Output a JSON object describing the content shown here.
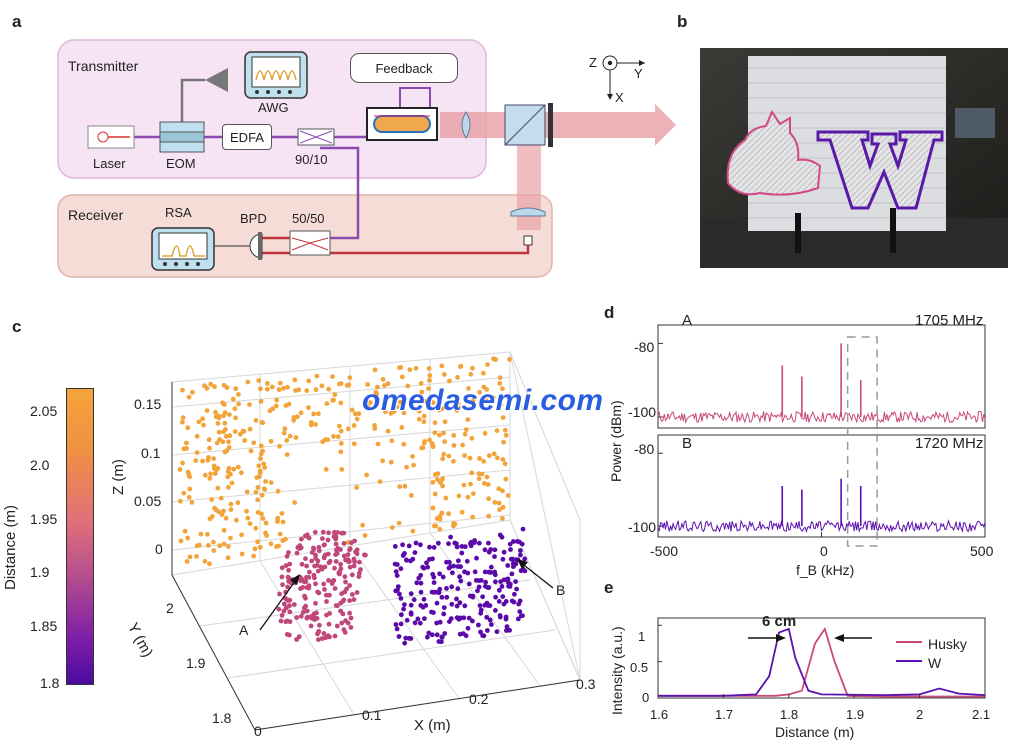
{
  "panels": {
    "a": "a",
    "b": "b",
    "c": "c",
    "d": "d",
    "e": "e"
  },
  "panel_a": {
    "transmitter": "Transmitter",
    "receiver": "Receiver",
    "laser": "Laser",
    "eom": "EOM",
    "edfa": "EDFA",
    "splitter": "90/10",
    "awg": "AWG",
    "feedback": "Feedback",
    "rsa": "RSA",
    "bpd": "BPD",
    "coupler": "50/50",
    "axis_z": "Z",
    "axis_y": "Y",
    "axis_x": "X"
  },
  "colorbar": {
    "label": "Distance (m)",
    "ticks": [
      "2.05",
      "2.0",
      "1.95",
      "1.9",
      "1.85",
      "1.8"
    ]
  },
  "panel_c": {
    "zlabel": "Z (m)",
    "ylabel": "Y (m)",
    "xlabel": "X (m)",
    "zticks": [
      "0.15",
      "0.1",
      "0.05",
      "0"
    ],
    "yticks": [
      "2",
      "1.9",
      "1.8"
    ],
    "xticks": [
      "0",
      "0.1",
      "0.2",
      "0.3"
    ],
    "pointA": "A",
    "pointB": "B"
  },
  "colors": {
    "orange": "#f2a33a",
    "pink": "#c0477a",
    "purple": "#5a0aa8",
    "trace_pink": "#c9487d",
    "trace_purple": "#5b10b0"
  },
  "chart_data": [
    {
      "type": "line",
      "title": "",
      "xlabel": "f_B (kHz)",
      "ylabel": "Power (dBm)",
      "xlim": [
        -500,
        500
      ],
      "xticks": [
        "-500",
        "0",
        "500"
      ],
      "subplots": [
        {
          "label": "A",
          "annotation": "1705 MHz",
          "ylim": [
            -103,
            -75
          ],
          "yticks": [
            "-80",
            "-100"
          ],
          "peaks": [
            {
              "x": -120,
              "y": -86
            },
            {
              "x": -60,
              "y": -89
            },
            {
              "x": 60,
              "y": -80
            },
            {
              "x": 120,
              "y": -90
            }
          ],
          "noise_floor": -100
        },
        {
          "label": "B",
          "annotation": "1720 MHz",
          "ylim": [
            -103,
            -75
          ],
          "yticks": [
            "-80",
            "-100"
          ],
          "peaks": [
            {
              "x": -120,
              "y": -89
            },
            {
              "x": -60,
              "y": -90
            },
            {
              "x": 60,
              "y": -87
            },
            {
              "x": 120,
              "y": -89
            }
          ],
          "noise_floor": -100
        }
      ]
    },
    {
      "type": "line",
      "title": "",
      "xlabel": "Distance (m)",
      "ylabel": "Intensity (a.u.)",
      "xlim": [
        1.6,
        2.1
      ],
      "ylim": [
        0,
        1.1
      ],
      "xticks": [
        "1.6",
        "1.7",
        "1.8",
        "1.9",
        "2",
        "2.1"
      ],
      "yticks": [
        "0",
        "0.5",
        "1"
      ],
      "annotation": "6 cm",
      "series": [
        {
          "name": "Husky",
          "x": [
            1.6,
            1.7,
            1.78,
            1.8,
            1.82,
            1.84,
            1.855,
            1.87,
            1.89,
            1.95,
            2.1
          ],
          "y": [
            0.03,
            0.03,
            0.03,
            0.05,
            0.1,
            0.75,
            0.95,
            0.5,
            0.03,
            0.02,
            0.02
          ]
        },
        {
          "name": "W",
          "x": [
            1.6,
            1.7,
            1.75,
            1.77,
            1.785,
            1.8,
            1.81,
            1.83,
            1.85,
            1.95,
            2.0,
            2.03,
            2.06,
            2.1
          ],
          "y": [
            0.03,
            0.03,
            0.05,
            0.3,
            0.9,
            0.95,
            0.55,
            0.1,
            0.05,
            0.04,
            0.05,
            0.13,
            0.06,
            0.04
          ]
        }
      ]
    }
  ],
  "watermark": "omedasemi.com"
}
